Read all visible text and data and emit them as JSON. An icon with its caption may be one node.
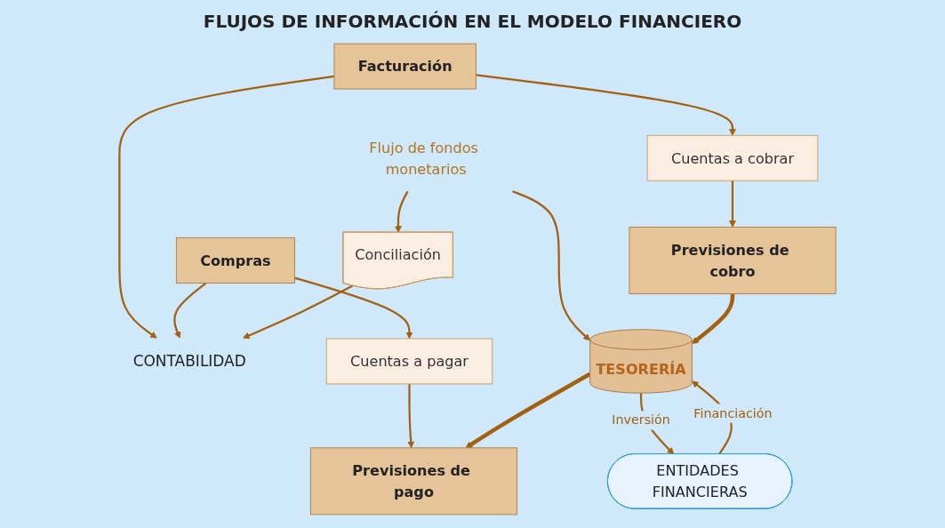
{
  "diagram": {
    "title": "FLUJOS DE INFORMACIÓN EN EL MODELO FINANCIERO",
    "nodes": [
      {
        "text": [
          "Facturación"
        ]
      },
      {
        "text": [
          "CONTABILIDAD"
        ]
      },
      {
        "text": [
          "Compras"
        ]
      },
      {
        "text": [
          "Conciliación"
        ]
      },
      {
        "text": [
          "Cuentas a cobrar"
        ]
      },
      {
        "text": [
          "Flujo de fondos monetarios"
        ]
      },
      {
        "text": [
          "Cuentas a pagar"
        ]
      },
      {
        "text": [
          "Previsiones de cobro"
        ]
      },
      {
        "text": [
          "TESORERÍA"
        ]
      },
      {
        "text": [
          "Previsiones de pago"
        ]
      },
      {
        "text": [
          "ENTIDADES FINANCIERAS"
        ]
      }
    ],
    "edges": [
      {
        "from": 0,
        "to": 1,
        "arrow": "to"
      },
      {
        "from": 2,
        "to": 1,
        "arrow": "to"
      },
      {
        "from": 3,
        "to": 1,
        "arrow": "to"
      },
      {
        "from": 5,
        "to": 3,
        "arrow": "to"
      },
      {
        "from": 5,
        "to": 8,
        "arrow": "to"
      },
      {
        "from": 0,
        "to": 4,
        "arrow": "to"
      },
      {
        "from": 4,
        "to": 7,
        "arrow": "to"
      },
      {
        "from": 2,
        "to": 6,
        "arrow": "to"
      },
      {
        "from": 6,
        "to": 9,
        "arrow": "to"
      },
      {
        "from": 7,
        "to": 8,
        "arrow": "to",
        "style": "thick"
      },
      {
        "from": 8,
        "to": 9,
        "arrow": "to",
        "style": "thick"
      },
      {
        "from": 10,
        "to": 8,
        "arrow": "to",
        "label": "Financiación"
      },
      {
        "from": 8,
        "to": 10,
        "arrow": "to",
        "label": "Inversión"
      }
    ]
  }
}
